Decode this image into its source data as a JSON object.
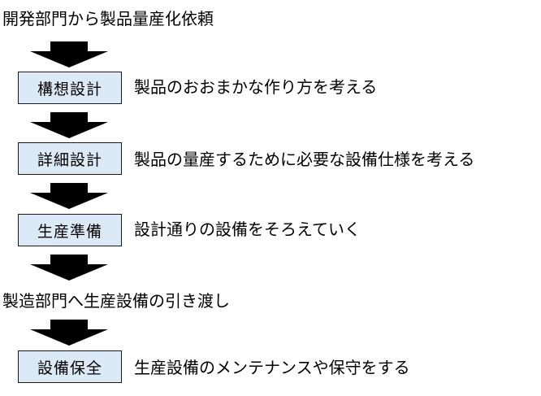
{
  "top_label": "開発部門から製品量産化依頼",
  "handoff_label": "製造部門へ生産設備の引き渡し",
  "steps": [
    {
      "label": "構想設計",
      "description": "製品のおおまかな作り方を考える"
    },
    {
      "label": "詳細設計",
      "description": "製品の量産するために必要な設備仕様を考える"
    },
    {
      "label": "生産準備",
      "description": "設計通りの設備をそろえていく"
    },
    {
      "label": "設備保全",
      "description": "生産設備のメンテナンスや保守をする"
    }
  ],
  "colors": {
    "box_fill": "#dce9f6",
    "box_border": "#1a1a1a",
    "arrow": "#000000",
    "text": "#000000"
  }
}
